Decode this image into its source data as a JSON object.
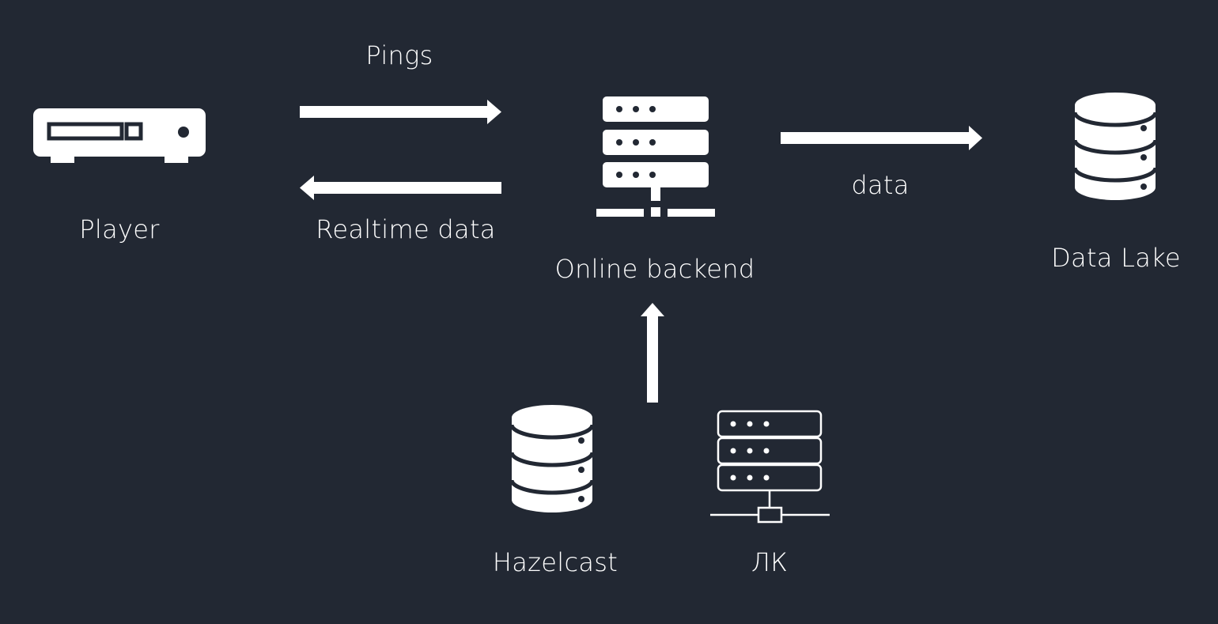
{
  "colors": {
    "background": "#222833",
    "foreground": "#ffffff"
  },
  "nodes": {
    "player": {
      "label": "Player",
      "icon": "set-top-box-icon"
    },
    "online_backend": {
      "label": "Online backend",
      "icon": "server-icon"
    },
    "data_lake": {
      "label": "Data Lake",
      "icon": "database-icon"
    },
    "hazelcast": {
      "label": "Hazelcast",
      "icon": "database-icon"
    },
    "lk": {
      "label": "ЛК",
      "icon": "server-outline-icon"
    }
  },
  "edges": {
    "pings": {
      "label": "Pings",
      "from": "Player",
      "to": "Online backend"
    },
    "realtime": {
      "label": "Realtime data",
      "from": "Online backend",
      "to": "Player"
    },
    "data": {
      "label": "data",
      "from": "Online backend",
      "to": "Data Lake"
    },
    "sources": {
      "label": "",
      "from": "Hazelcast / ЛК",
      "to": "Online backend"
    }
  }
}
